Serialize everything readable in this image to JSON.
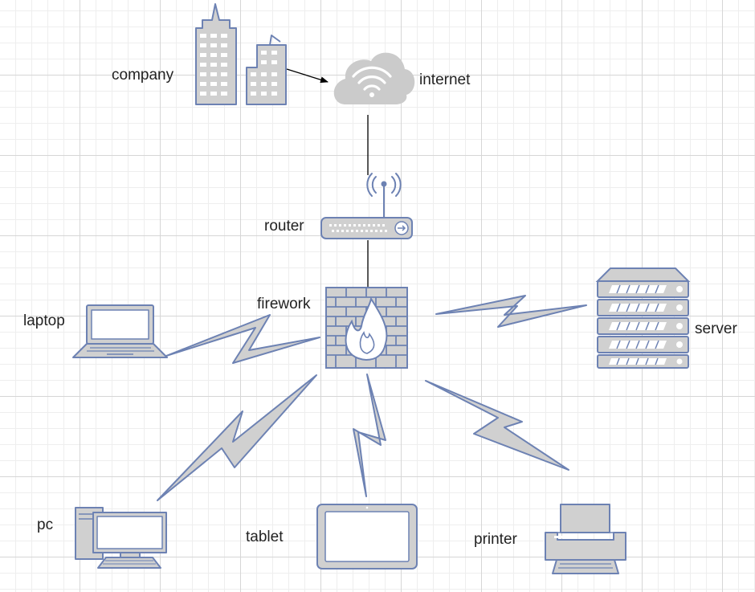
{
  "diagram": {
    "nodes": {
      "company": {
        "label": "company",
        "icon": "office-buildings-icon"
      },
      "internet": {
        "label": "internet",
        "icon": "cloud-wifi-icon"
      },
      "router": {
        "label": "router",
        "icon": "wireless-router-icon"
      },
      "firewall": {
        "label": "firework",
        "icon": "firewall-icon"
      },
      "laptop": {
        "label": "laptop",
        "icon": "laptop-icon"
      },
      "server": {
        "label": "server",
        "icon": "server-rack-icon"
      },
      "pc": {
        "label": "pc",
        "icon": "desktop-pc-icon"
      },
      "tablet": {
        "label": "tablet",
        "icon": "tablet-icon"
      },
      "printer": {
        "label": "printer",
        "icon": "printer-icon"
      }
    },
    "edges": [
      {
        "from": "company",
        "to": "internet",
        "style": "arrow"
      },
      {
        "from": "internet",
        "to": "router",
        "style": "line"
      },
      {
        "from": "router",
        "to": "firewall",
        "style": "line"
      },
      {
        "from": "firewall",
        "to": "laptop",
        "style": "wireless"
      },
      {
        "from": "firewall",
        "to": "server",
        "style": "wireless"
      },
      {
        "from": "firewall",
        "to": "pc",
        "style": "wireless"
      },
      {
        "from": "firewall",
        "to": "tablet",
        "style": "wireless"
      },
      {
        "from": "firewall",
        "to": "printer",
        "style": "wireless"
      }
    ],
    "colors": {
      "stroke": "#6d82b3",
      "fill": "#d0d0d0",
      "cloud": "#cbcbcb",
      "text": "#222222",
      "connector": "#000000"
    }
  }
}
